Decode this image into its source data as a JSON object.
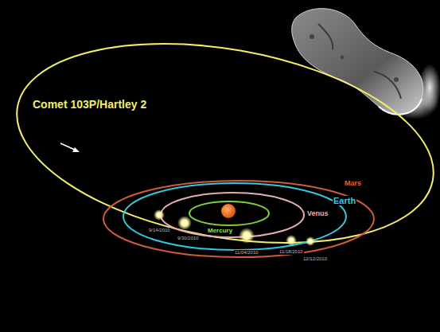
{
  "diagram": {
    "labels": [
      "Comet 103P/Hartley 2",
      "Mars",
      "Earth",
      "Venus",
      "Mercury",
      "9/14/2010",
      "9/30/2010",
      "11/04/2010",
      "11/18/2010",
      "12/12/2010"
    ]
  }
}
